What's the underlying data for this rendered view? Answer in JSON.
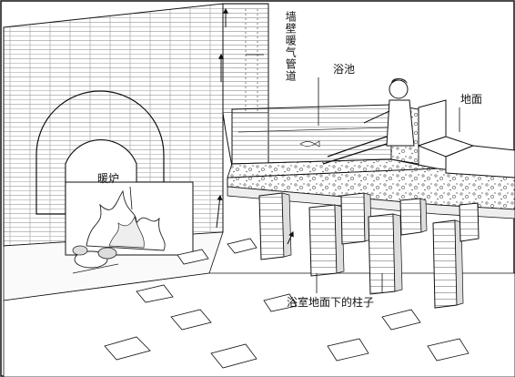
{
  "labels": {
    "wall_duct": "墙壁暖气管道",
    "bath_pool": "浴池",
    "ground": "地面",
    "furnace": "暖炉",
    "pillars": "浴室地面下的柱子"
  },
  "colors": {
    "ink": "#111111",
    "paper": "#ffffff",
    "fill_light": "#f4f4f4",
    "fill_mid": "#d9d9d9"
  }
}
